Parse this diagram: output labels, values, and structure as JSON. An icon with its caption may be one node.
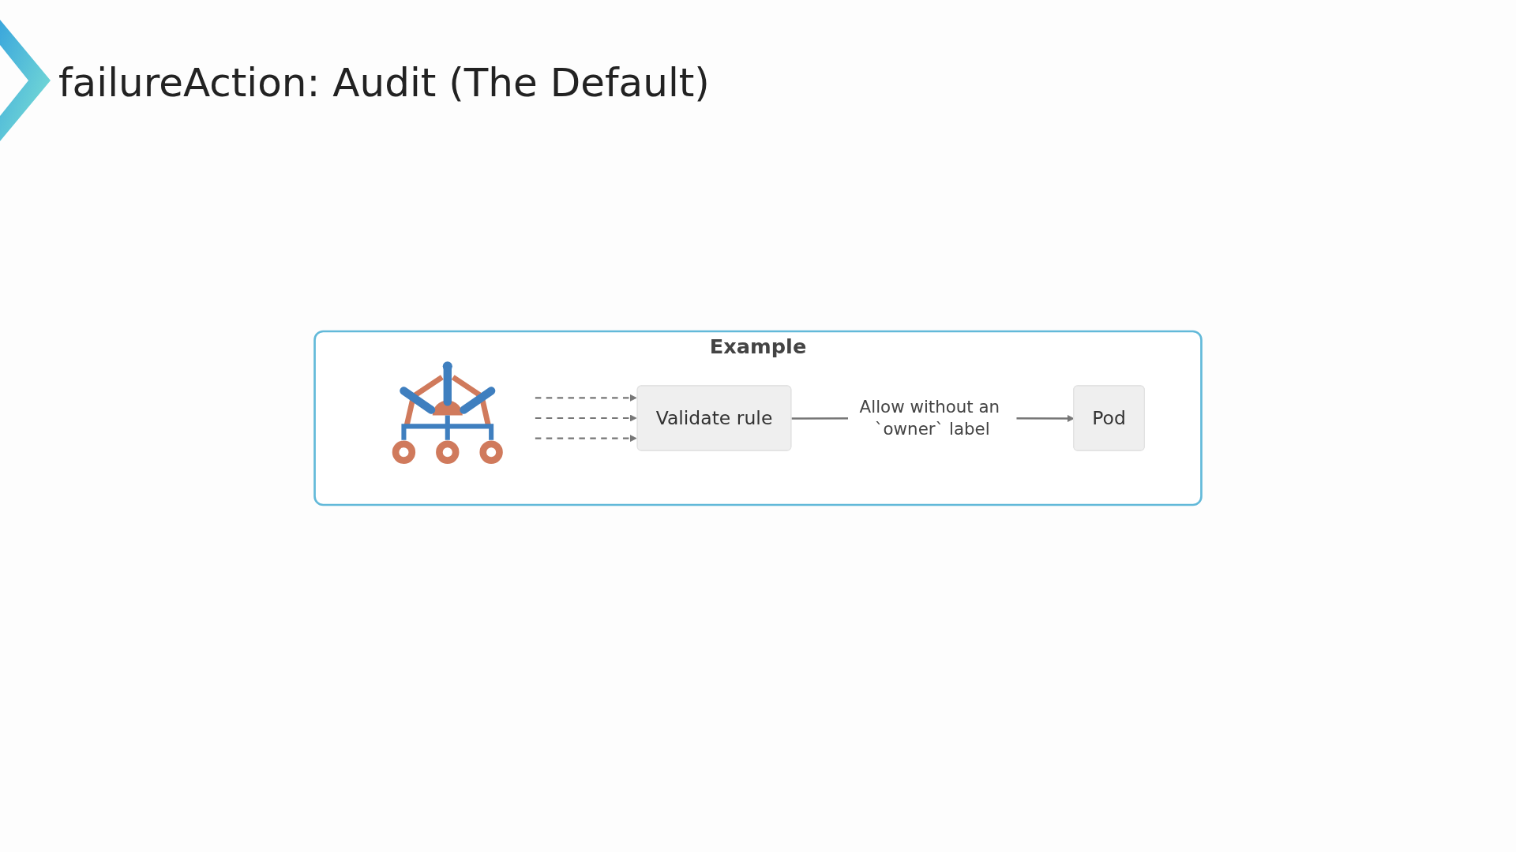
{
  "diagram": {
    "title": "failureAction: Audit (The Default)",
    "nodes": [
      {
        "text": [
          "Example"
        ]
      },
      {
        "text": [],
        "shape": "picture",
        "in": 0
      },
      {
        "text": [
          "Validate rule"
        ],
        "in": 0
      },
      {
        "text": [
          "Pod"
        ],
        "in": 0
      }
    ],
    "edges": [
      {
        "from": 1,
        "to": 2,
        "arrow": "to",
        "style": "dashed"
      },
      {
        "from": 1,
        "to": 2,
        "arrow": "to",
        "style": "dashed"
      },
      {
        "from": 1,
        "to": 2,
        "arrow": "to",
        "style": "dashed"
      },
      {
        "from": 2,
        "to": 3,
        "arrow": "to",
        "label": "Allow without an `owner` label"
      }
    ]
  }
}
